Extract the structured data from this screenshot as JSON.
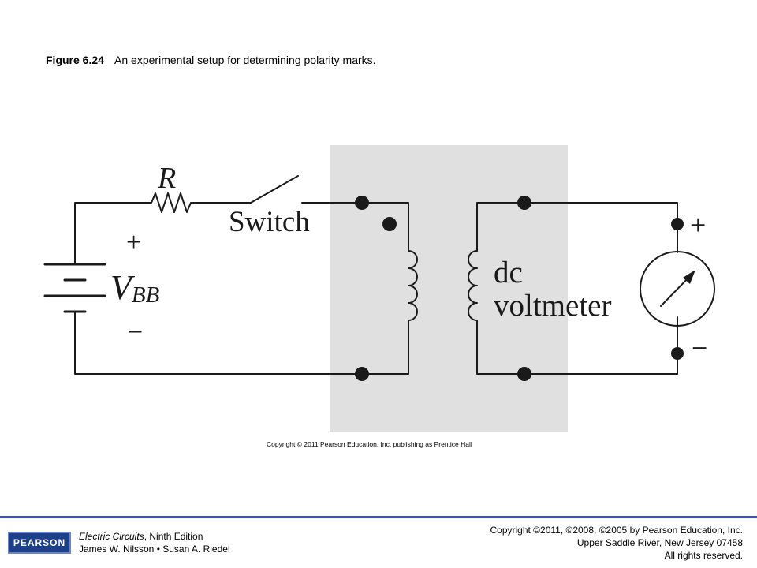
{
  "caption": {
    "figure_label": "Figure 6.24",
    "text": "An experimental setup for determining polarity marks."
  },
  "diagram": {
    "resistor_label": "R",
    "switch_label": "Switch",
    "source_label_main": "V",
    "source_label_sub": "BB",
    "source_plus": "+",
    "source_minus": "−",
    "meter_label_line1": "dc",
    "meter_label_line2": "voltmeter",
    "meter_plus": "+",
    "meter_minus": "−",
    "panel_color": "#e0e0e0",
    "wire_color": "#1a1a1a"
  },
  "copyright_mid": "Copyright © 2011 Pearson Education, Inc. publishing as Prentice Hall",
  "footer": {
    "logo_text": "PEARSON",
    "book_title": "Electric Circuits",
    "book_edition": ", Ninth Edition",
    "authors": "James W. Nilsson • Susan A. Riedel",
    "copyright_line1": "Copyright ©2011, ©2008, ©2005 by Pearson Education, Inc.",
    "copyright_line2": "Upper Saddle River, New Jersey 07458",
    "copyright_line3": "All rights reserved.",
    "rule_color": "#4a4fa8",
    "logo_color": "#1e3f8a"
  }
}
